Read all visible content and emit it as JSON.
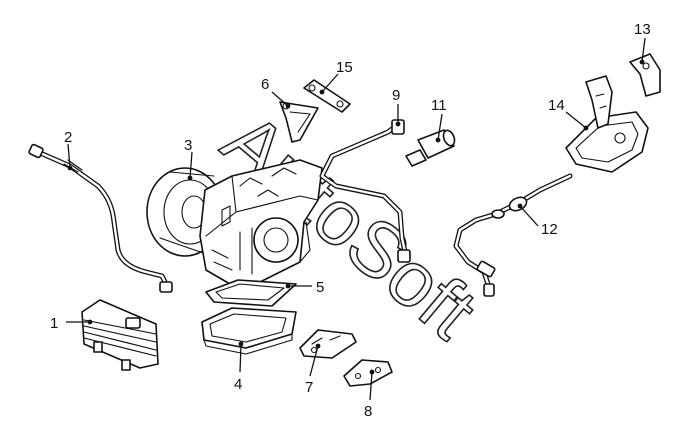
{
  "diagram": {
    "colors": {
      "line": "#111111",
      "background": "#ffffff"
    },
    "watermark": {
      "text": "AutoSoft"
    },
    "callouts": [
      "1",
      "2",
      "3",
      "4",
      "5",
      "6",
      "7",
      "8",
      "9",
      "11",
      "12",
      "13",
      "14",
      "15"
    ]
  }
}
